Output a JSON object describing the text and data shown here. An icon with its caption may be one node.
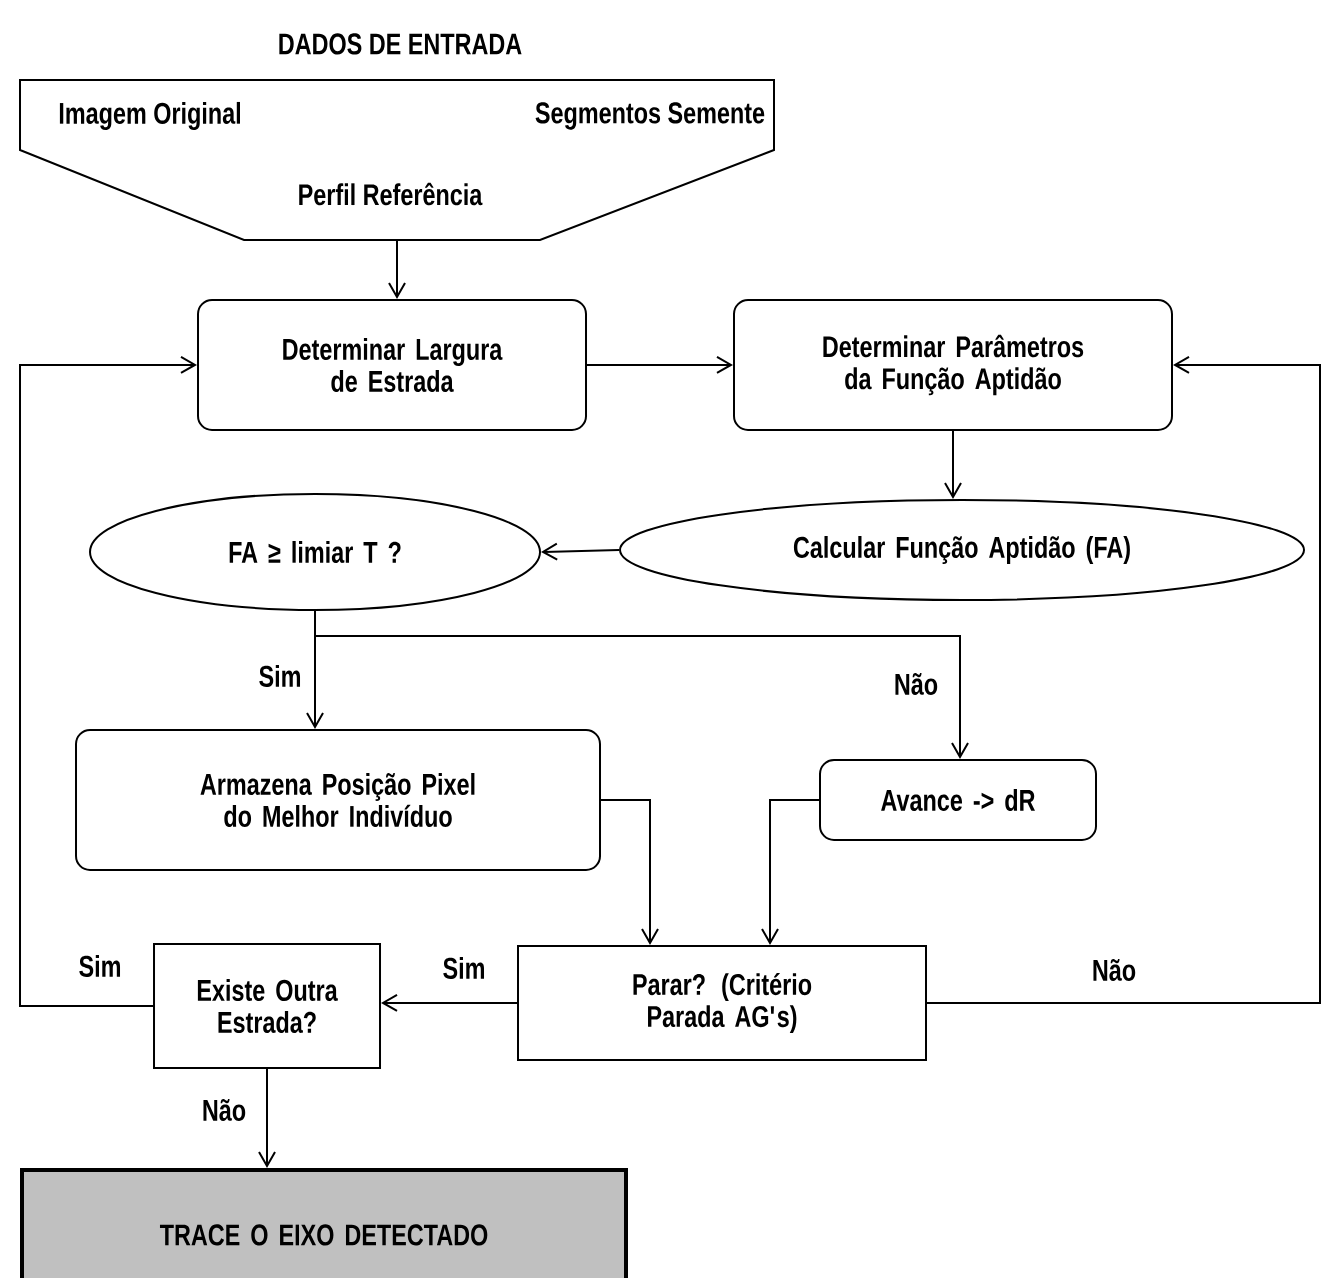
{
  "diagram": {
    "nodes": [
      {
        "text": [
          "DADOS DE ENTRADA",
          "Imagem Original",
          "Segmentos Semente",
          "Perfil Referência"
        ]
      },
      {
        "text": [
          "Determinar Largura de Estrada"
        ]
      },
      {
        "text": [
          "Determinar Parâmetros da Função Aptidão"
        ]
      },
      {
        "text": [
          "FA ≥ limiar T ?"
        ]
      },
      {
        "text": [
          "Calcular Função Aptidão (FA)"
        ]
      },
      {
        "text": [
          "Armazena Posição Pixel do Melhor Indivíduo"
        ]
      },
      {
        "text": [
          "Avance -> dR"
        ]
      },
      {
        "text": [
          "Parar? (Critério Parada AG's)"
        ]
      },
      {
        "text": [
          "Existe Outra Estrada?"
        ]
      },
      {
        "text": [
          "TRACE O EIXO DETECTADO"
        ]
      }
    ],
    "edges": [
      {
        "from": 0,
        "to": 1,
        "arrow": "to"
      },
      {
        "from": 1,
        "to": 2,
        "arrow": "to"
      },
      {
        "from": 2,
        "to": 4,
        "arrow": "to"
      },
      {
        "from": 4,
        "to": 3,
        "arrow": "to"
      },
      {
        "from": 3,
        "to": 5,
        "arrow": "to",
        "label": "Sim"
      },
      {
        "from": 3,
        "to": 6,
        "arrow": "to",
        "label": "Não"
      },
      {
        "from": 5,
        "to": 7,
        "arrow": "to"
      },
      {
        "from": 6,
        "to": 7,
        "arrow": "to"
      },
      {
        "from": 7,
        "to": 8,
        "arrow": "to",
        "label": "Sim"
      },
      {
        "from": 8,
        "to": 1,
        "arrow": "to",
        "label": "Sim"
      },
      {
        "from": 8,
        "to": 9,
        "arrow": "to",
        "label": "Não"
      },
      {
        "from": 7,
        "to": 2,
        "arrow": "to",
        "label": "Não"
      }
    ]
  }
}
